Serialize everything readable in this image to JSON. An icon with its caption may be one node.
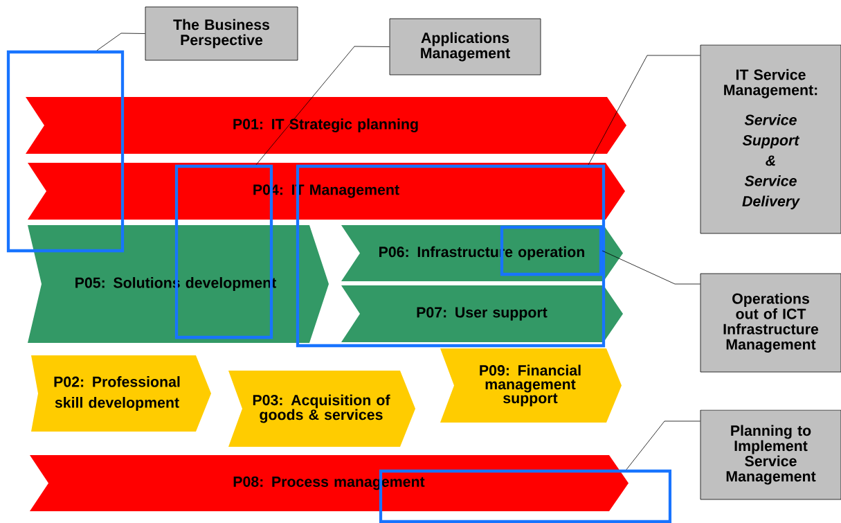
{
  "diagram": {
    "nodes": [
      {
        "text": [
          "The Business Perspective"
        ]
      },
      {
        "text": [
          "Applications Management"
        ]
      },
      {
        "text": [
          "IT Service Management:",
          "Service Support & Service Delivery"
        ]
      },
      {
        "text": [
          "Operations out of ICT Infrastructure Management"
        ]
      },
      {
        "text": [
          "Planning to Implement Service Management"
        ]
      },
      {
        "text": [
          "P01: IT Strategic planning"
        ]
      },
      {
        "text": [
          "P04: IT Management"
        ]
      },
      {
        "text": [
          "P05: Solutions development"
        ]
      },
      {
        "text": [
          "P06: Infrastructure operation"
        ]
      },
      {
        "text": [
          "P07: User support"
        ]
      },
      {
        "text": [
          "P02: Professional skill development"
        ]
      },
      {
        "text": [
          "P03: Acquisition of goods & services"
        ]
      },
      {
        "text": [
          "P09: Financial management support"
        ]
      },
      {
        "text": [
          "P08: Process management"
        ]
      },
      {
        "text": [],
        "shape": "box"
      },
      {
        "text": [],
        "shape": "box"
      },
      {
        "text": [],
        "shape": "box"
      },
      {
        "text": [],
        "shape": "box",
        "in": 8
      },
      {
        "text": [],
        "shape": "box"
      }
    ],
    "edges": [
      {
        "from": 0,
        "to": 14,
        "arrow": "none"
      },
      {
        "from": 1,
        "to": 15,
        "arrow": "none"
      },
      {
        "from": 2,
        "to": 16,
        "arrow": "none"
      },
      {
        "from": 3,
        "to": 17,
        "arrow": "none"
      },
      {
        "from": 4,
        "to": 18,
        "arrow": "none"
      }
    ]
  }
}
